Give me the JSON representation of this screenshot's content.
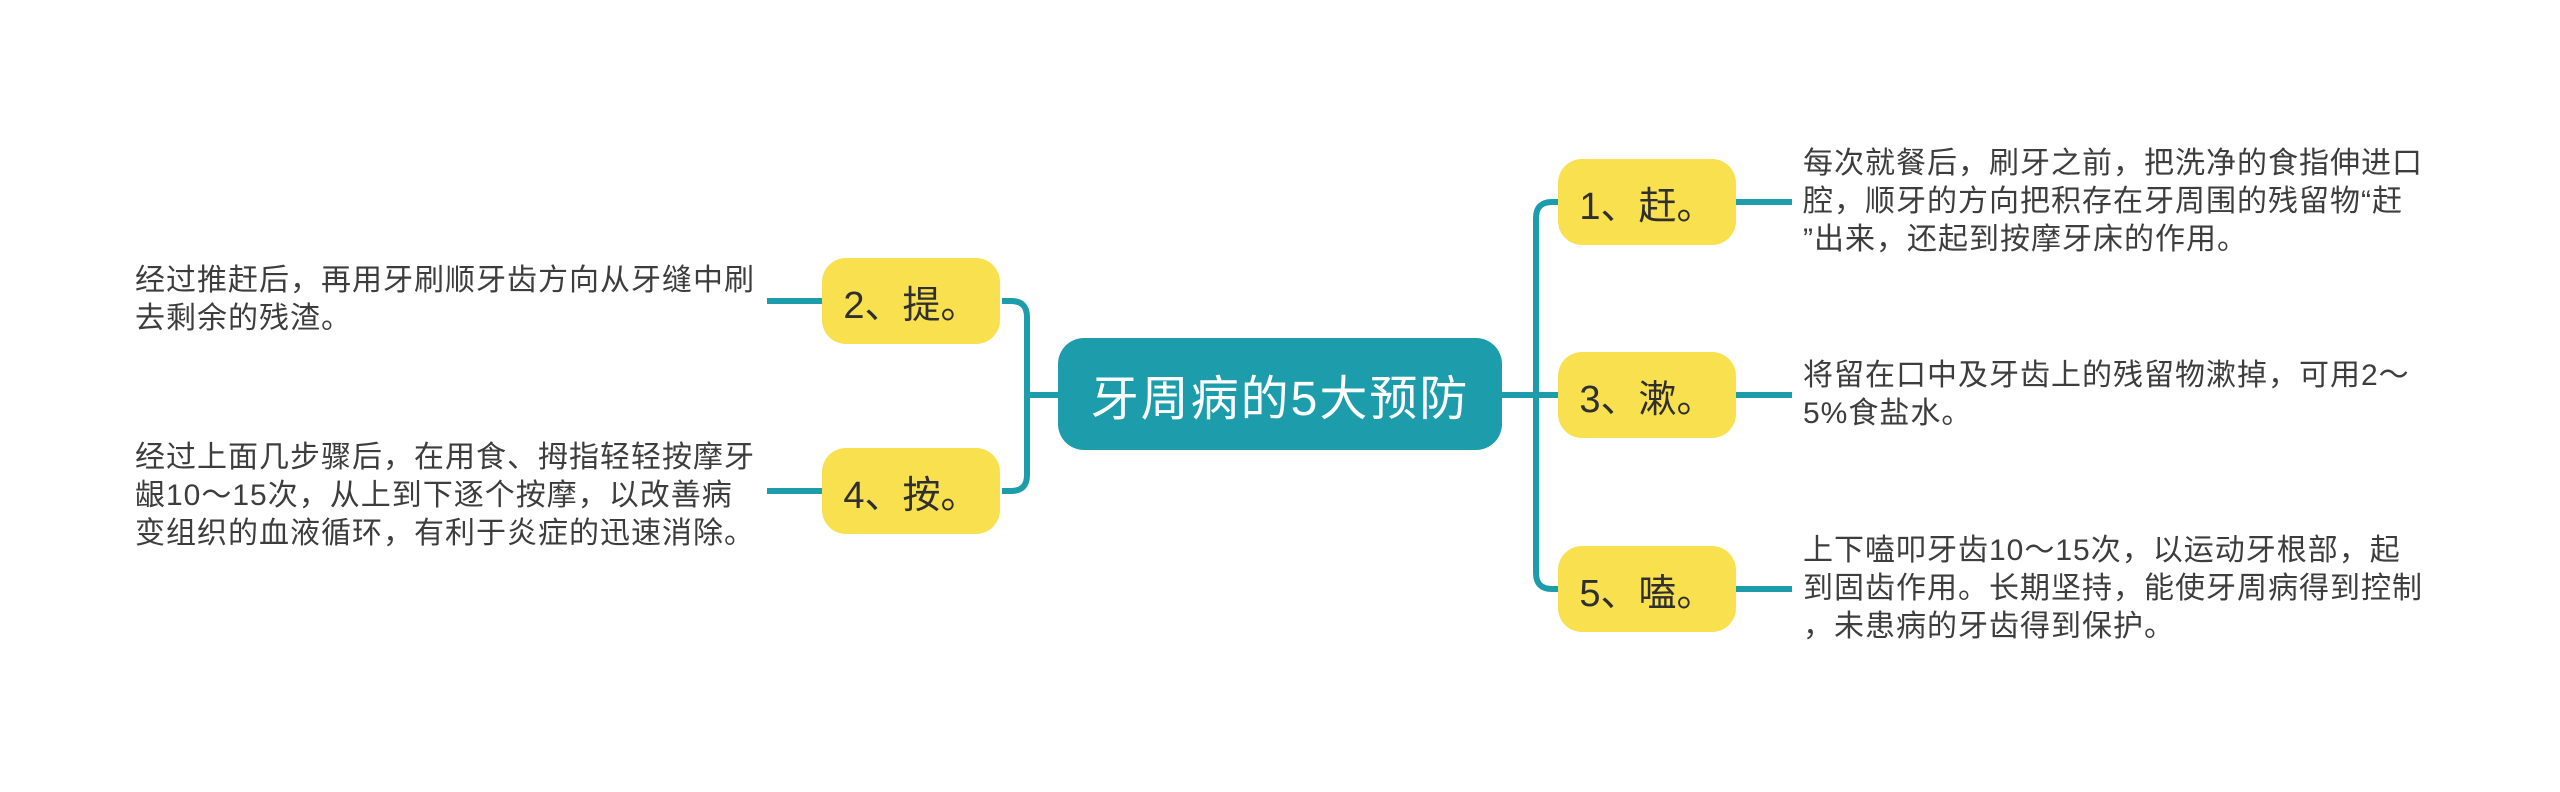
{
  "title": "牙周病的5大预防",
  "colors": {
    "accent_teal": "#1d9dac",
    "node_yellow": "#f9e04f",
    "title_text": "#ffffff",
    "label_text": "#2f2f2f",
    "description_text": "#3d3d3d",
    "background": "#ffffff"
  },
  "branches": {
    "right": [
      {
        "label": "1、赶。",
        "description": "每次就餐后，刷牙之前，把洗净的食指伸进口\n腔，顺牙的方向把积存在牙周围的残留物“赶\n”出来，还起到按摩牙床的作用。"
      },
      {
        "label": "3、漱。",
        "description": "将留在口中及牙齿上的残留物漱掉，可用2～\n5%食盐水。"
      },
      {
        "label": "5、嗑。",
        "description": "上下嗑叩牙齿10～15次，以运动牙根部，起\n到固齿作用。长期坚持，能使牙周病得到控制\n，未患病的牙齿得到保护。"
      }
    ],
    "left": [
      {
        "label": "2、提。",
        "description": "经过推赶后，再用牙刷顺牙齿方向从牙缝中刷\n去剩余的残渣。"
      },
      {
        "label": "4、按。",
        "description": "经过上面几步骤后，在用食、拇指轻轻按摩牙\n龈10～15次，从上到下逐个按摩，以改善病\n变组织的血液循环，有利于炎症的迅速消除。"
      }
    ]
  }
}
